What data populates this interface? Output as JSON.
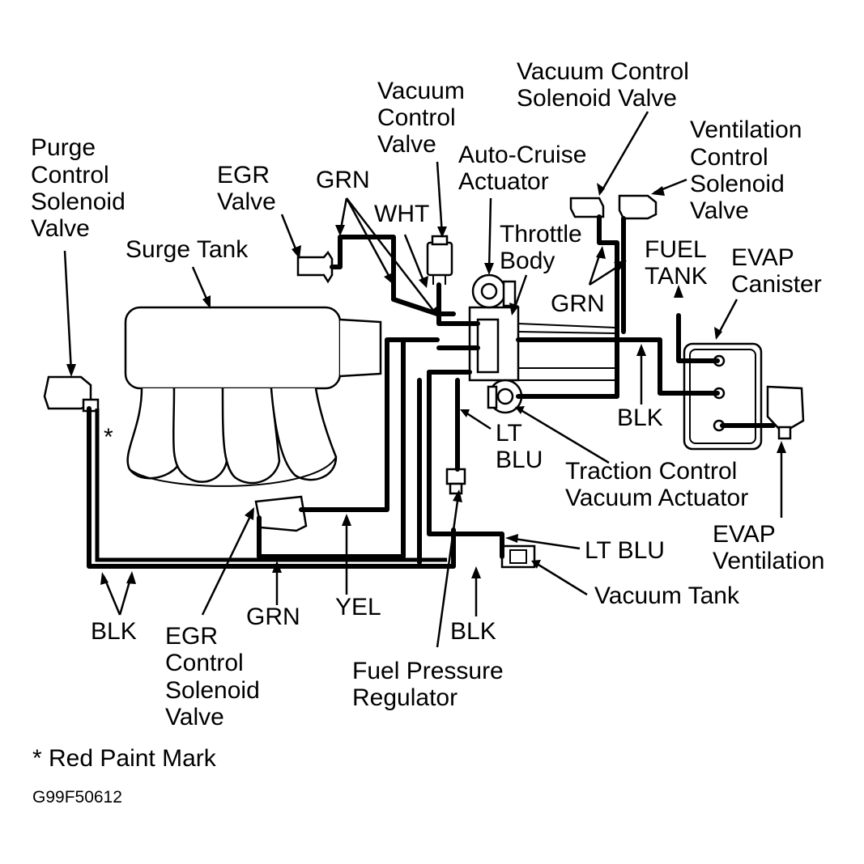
{
  "labels": {
    "purge_valve": [
      "Purge",
      "Control",
      "Solenoid",
      "Valve"
    ],
    "egr_valve": [
      "EGR",
      "Valve"
    ],
    "surge_tank": "Surge Tank",
    "grn_top": "GRN",
    "wht": "WHT",
    "vacuum_control_valve": [
      "Vacuum",
      "Control",
      "Valve"
    ],
    "auto_cruise": [
      "Auto-Cruise",
      "Actuator"
    ],
    "throttle_body": [
      "Throttle",
      "Body"
    ],
    "vacuum_control_solenoid": [
      "Vacuum Control",
      "Solenoid Valve"
    ],
    "ventilation_control": [
      "Ventilation",
      "Control",
      "Solenoid",
      "Valve"
    ],
    "fuel_tank": [
      "FUEL",
      "TANK"
    ],
    "evap_canister": [
      "EVAP",
      "Canister"
    ],
    "grn_right": "GRN",
    "blk_right": "BLK",
    "lt_blu_mid": [
      "LT",
      "BLU"
    ],
    "traction_control": [
      "Traction Control",
      "Vacuum Actuator"
    ],
    "evap_ventilation": [
      "EVAP",
      "Ventilation"
    ],
    "lt_blu_low": "LT BLU",
    "vacuum_tank": "Vacuum Tank",
    "blk_left": "BLK",
    "egr_control_solenoid": [
      "EGR",
      "Control",
      "Solenoid",
      "Valve"
    ],
    "grn_bottom": "GRN",
    "yel": "YEL",
    "blk_bottom": "BLK",
    "fuel_pressure_regulator": [
      "Fuel Pressure",
      "Regulator"
    ],
    "asterisk": "*",
    "footnote": "* Red Paint Mark",
    "figure_id": "G99F50612"
  }
}
